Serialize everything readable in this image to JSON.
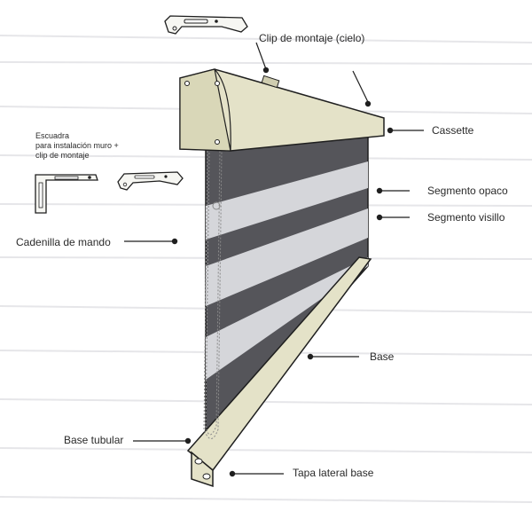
{
  "labels": {
    "clip_montaje": "Clip de montaje (cielo)",
    "cassette": "Cassette",
    "escuadra": [
      "Escuadra",
      "para instalación muro +",
      "clip de montaje"
    ],
    "segmento_opaco": "Segmento opaco",
    "segmento_visillo": "Segmento visillo",
    "cadenilla": "Cadenilla de mando",
    "base": "Base",
    "base_tubular": "Base tubular",
    "tapa_lateral": "Tapa lateral base"
  },
  "colors": {
    "cassette": "#e4e2c8",
    "opaque": "#55555a",
    "sheer": "#d5d6da",
    "outline": "#1f1f1f",
    "background_stripe": "#ececee"
  }
}
